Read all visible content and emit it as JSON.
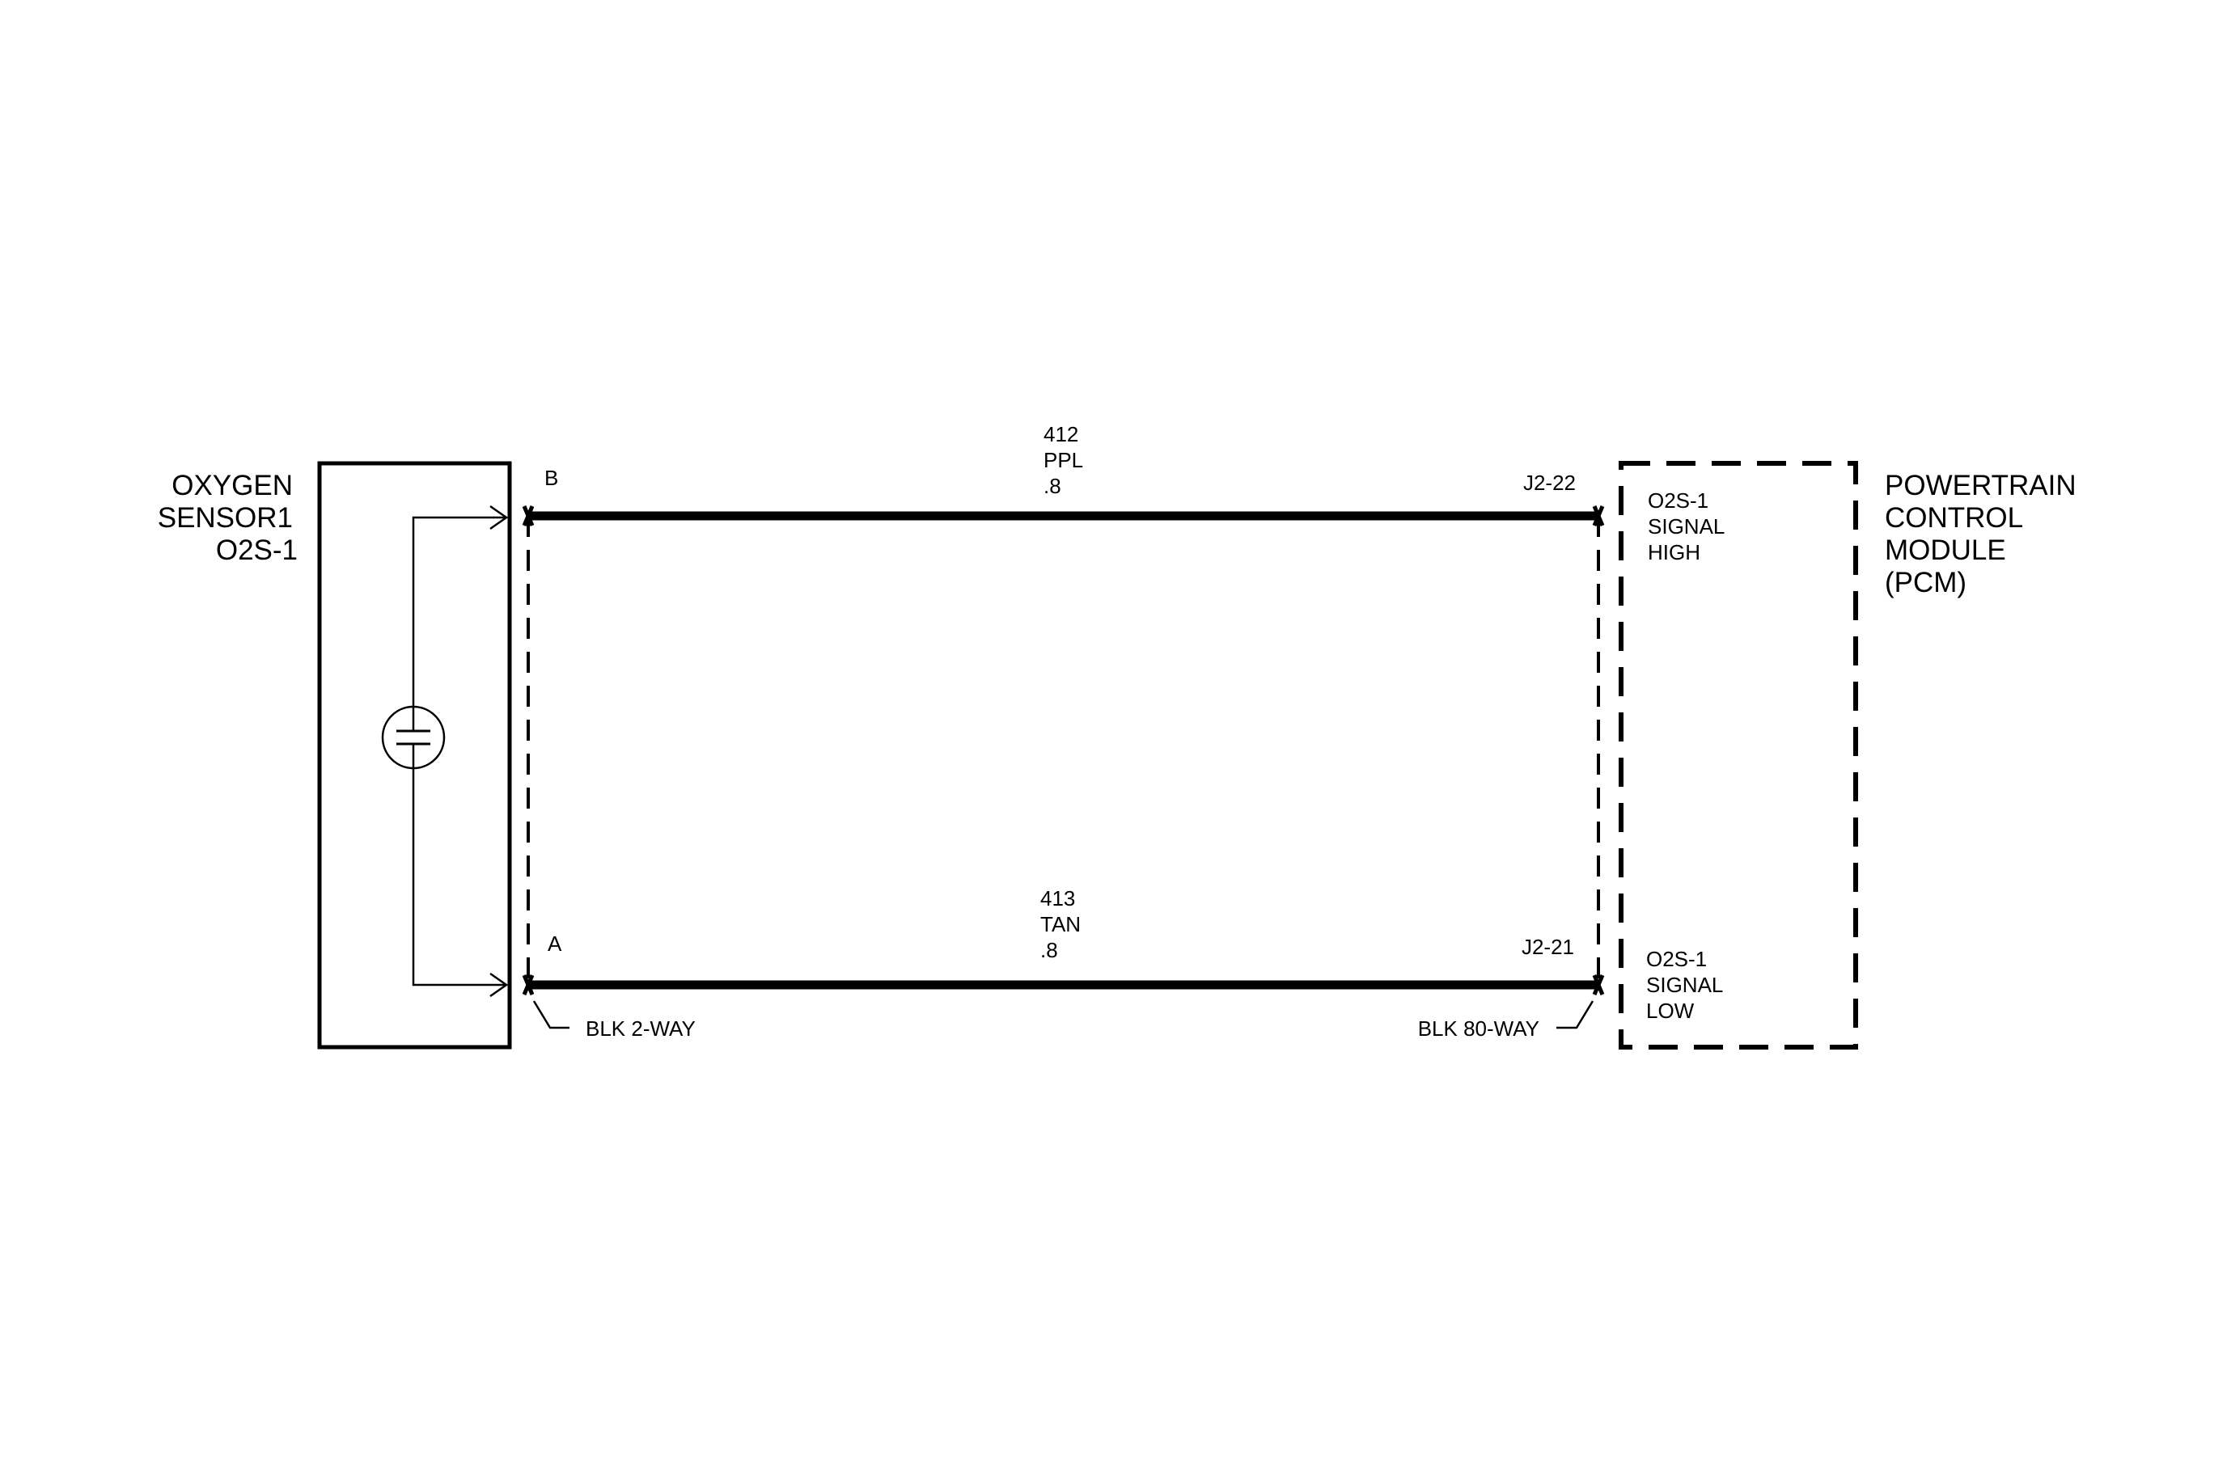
{
  "sensor": {
    "name_lines": [
      "OXYGEN",
      "SENSOR1",
      "O2S-1"
    ]
  },
  "module": {
    "name_lines": [
      "POWERTRAIN",
      "CONTROL",
      "MODULE",
      "(PCM)"
    ]
  },
  "wires": {
    "top": {
      "circuit": "412",
      "color": "PPL",
      "gauge": ".8",
      "sensor_pin": "B",
      "module_pin": "J2-22",
      "signal_lines": [
        "O2S-1",
        "SIGNAL",
        "HIGH"
      ]
    },
    "bottom": {
      "circuit": "413",
      "color": "TAN",
      "gauge": ".8",
      "sensor_pin": "A",
      "module_pin": "J2-21",
      "signal_lines": [
        "O2S-1",
        "SIGNAL",
        "LOW"
      ]
    }
  },
  "connectors": {
    "sensor_side": "BLK 2-WAY",
    "module_side": "BLK 80-WAY"
  },
  "colors": {
    "ink": "#000000",
    "background": "#ffffff"
  }
}
